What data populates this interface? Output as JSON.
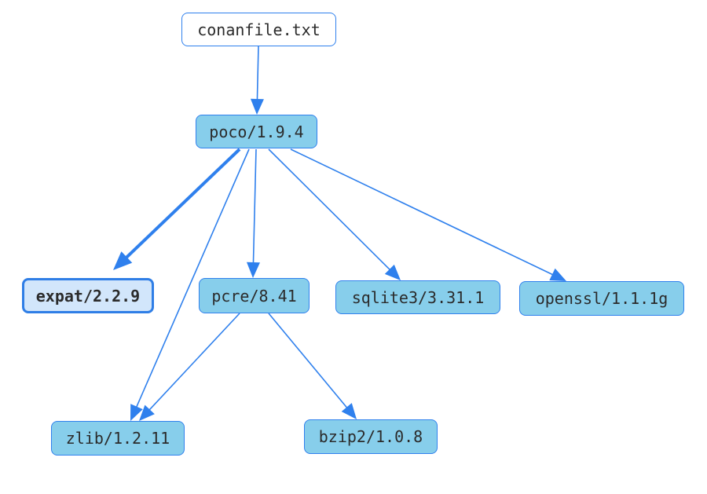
{
  "graph": {
    "colors": {
      "edge": "#2f80ed",
      "node_fill": "#87ceeb",
      "node_border": "#2f80ed",
      "root_fill": "#ffffff",
      "selected_fill": "#d2e6fb",
      "selected_border": "#2f7ee6",
      "text": "#2b2b2b"
    },
    "nodes": {
      "conanfile": {
        "label": "conanfile.txt"
      },
      "poco": {
        "label": "poco/1.9.4"
      },
      "expat": {
        "label": "expat/2.2.9",
        "selected": true
      },
      "pcre": {
        "label": "pcre/8.41"
      },
      "sqlite3": {
        "label": "sqlite3/3.31.1"
      },
      "openssl": {
        "label": "openssl/1.1.1g"
      },
      "zlib": {
        "label": "zlib/1.2.11"
      },
      "bzip2": {
        "label": "bzip2/1.0.8"
      }
    },
    "edges": [
      {
        "from": "conanfile",
        "to": "poco"
      },
      {
        "from": "poco",
        "to": "expat",
        "highlighted": true
      },
      {
        "from": "poco",
        "to": "zlib"
      },
      {
        "from": "poco",
        "to": "pcre"
      },
      {
        "from": "poco",
        "to": "sqlite3"
      },
      {
        "from": "poco",
        "to": "openssl"
      },
      {
        "from": "pcre",
        "to": "zlib"
      },
      {
        "from": "pcre",
        "to": "bzip2"
      }
    ]
  }
}
